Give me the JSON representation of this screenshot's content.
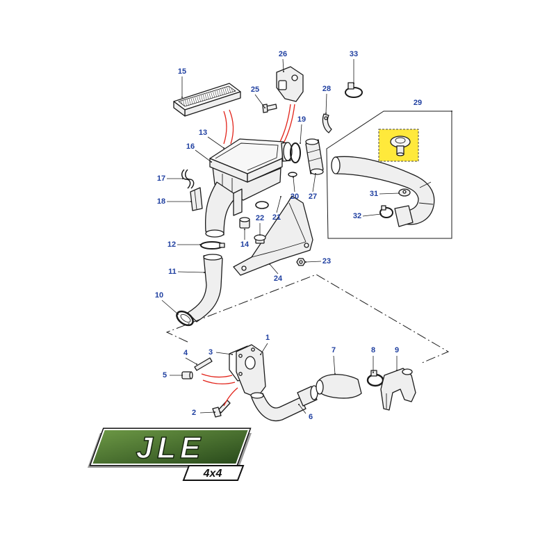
{
  "callouts": [
    "1",
    "2",
    "3",
    "4",
    "5",
    "6",
    "7",
    "8",
    "9",
    "10",
    "11",
    "12",
    "13",
    "14",
    "15",
    "16",
    "17",
    "18",
    "19",
    "20",
    "21",
    "22",
    "23",
    "24",
    "25",
    "26",
    "27",
    "28",
    "29",
    "31",
    "32",
    "33"
  ],
  "logo": {
    "main": "JLE",
    "sub": "4x4"
  },
  "colors": {
    "callout": "#1f3fa0",
    "leader_red": "#e2231a",
    "highlight": "#ffe93b",
    "logo_green": "#3f6b2a"
  }
}
